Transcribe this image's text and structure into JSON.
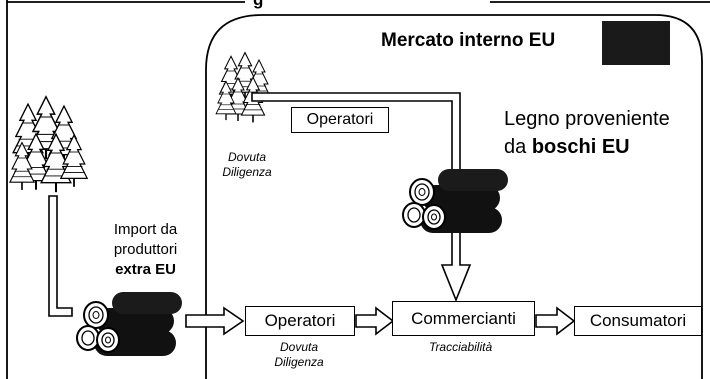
{
  "title_fragment": "g",
  "mercato": {
    "label": "Mercato interno EU",
    "flag_icon": "eu-flag-icon",
    "colors": {
      "flag_bg": "#1a1a1a",
      "stars": "#ffffff"
    }
  },
  "eu_wood": {
    "line1": "Legno proveniente",
    "line2_prefix": "da ",
    "line2_bold": "boschi EU"
  },
  "import": {
    "line1": "Import da",
    "line2": "produttori",
    "line3": "extra EU"
  },
  "nodes": {
    "operatori_top": "Operatori",
    "operatori_bottom": "Operatori",
    "commercianti": "Commercianti",
    "consumatori": "Consumatori"
  },
  "notes": {
    "dovuta_top": [
      "Dovuta",
      "Diligenza"
    ],
    "dovuta_bottom": [
      "Dovuta",
      "Diligenza"
    ],
    "tracciabilita": "Tracciabilità"
  },
  "icons": [
    "forest-icon",
    "log-pile-icon",
    "arrow-icon"
  ]
}
